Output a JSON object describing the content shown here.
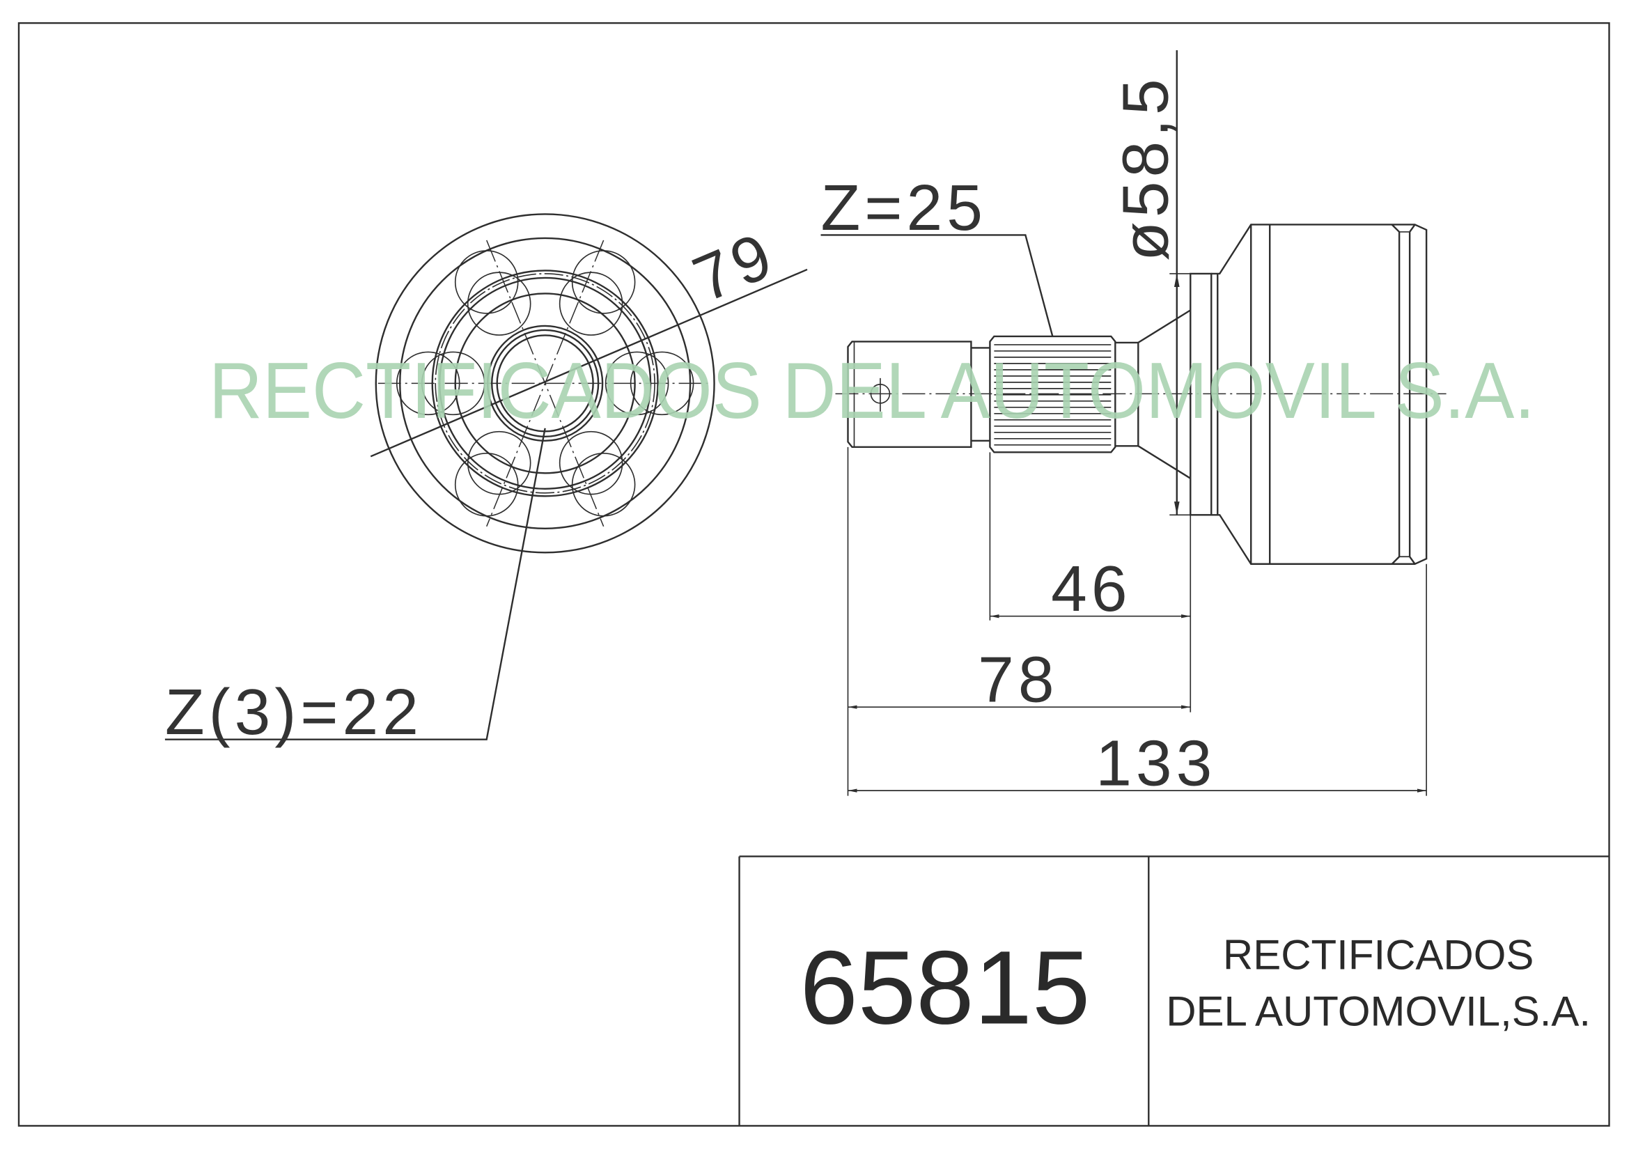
{
  "drawing": {
    "part_number": "65815",
    "company_line1": "RECTIFICADOS",
    "company_line2": "DEL AUTOMOVIL,S.A.",
    "watermark": "RECTIFICADOS DEL AUTOMOVIL S.A.",
    "dimensions": {
      "outer_diameter": "79",
      "inner_splines": "Z(3)=22",
      "shaft_splines": "Z=25",
      "seal_diameter": "ø58,5",
      "spline_length": "46",
      "shaft_length": "78",
      "total_length": "133"
    }
  }
}
